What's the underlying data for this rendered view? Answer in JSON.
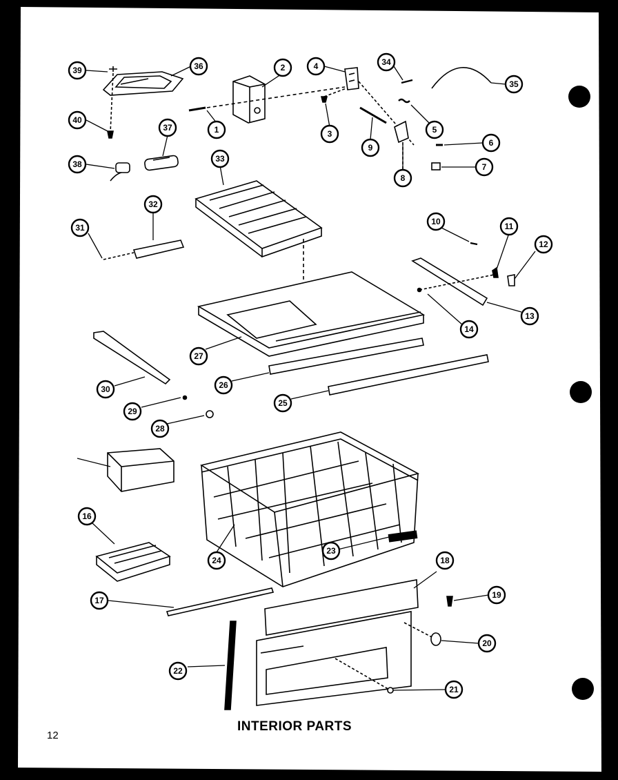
{
  "page_number": "12",
  "caption": "INTERIOR PARTS",
  "callouts": [
    "1",
    "2",
    "3",
    "4",
    "5",
    "6",
    "7",
    "8",
    "9",
    "10",
    "11",
    "12",
    "13",
    "14",
    "16",
    "17",
    "18",
    "19",
    "20",
    "21",
    "22",
    "23",
    "24",
    "25",
    "26",
    "27",
    "28",
    "29",
    "30",
    "31",
    "32",
    "33",
    "34",
    "35",
    "36",
    "37",
    "38",
    "39",
    "40"
  ],
  "colors": {
    "ink": "#000000",
    "paper": "#ffffff"
  }
}
